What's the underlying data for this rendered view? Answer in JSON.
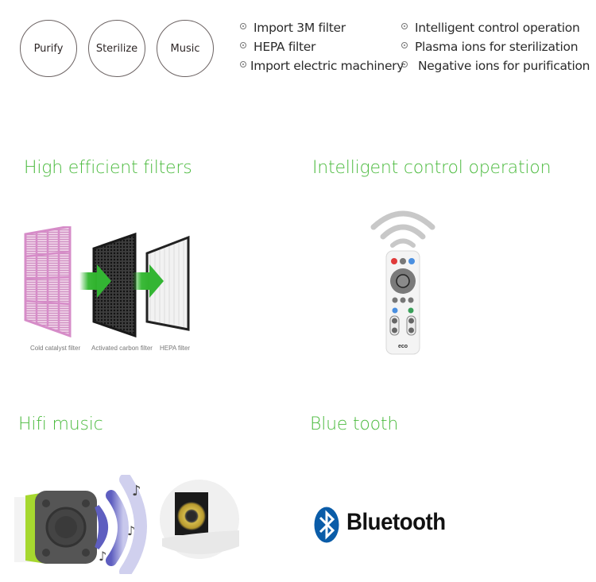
{
  "top_badges": [
    {
      "label": "Purify"
    },
    {
      "label": "Sterilize"
    },
    {
      "label": "Music"
    }
  ],
  "feature_list": {
    "left": [
      {
        "label": "Import 3M filter"
      },
      {
        "label": "HEPA filter"
      },
      {
        "label": "Import electric machinery"
      }
    ],
    "right": [
      {
        "label": "Intelligent control operation"
      },
      {
        "label": "Plasma ions for sterilization"
      },
      {
        "label": "Negative ions for purification"
      }
    ]
  },
  "sections": {
    "filters": {
      "title": "High efficient filters",
      "captions": [
        "Cold catalyst filter",
        "Activated carbon filter",
        "HEPA filter"
      ]
    },
    "control": {
      "title": "Intelligent control operation",
      "remote_brand": "eco"
    },
    "music": {
      "title": "Hifi music"
    },
    "bluetooth": {
      "title": "Blue tooth",
      "logo_text": "Bluetooth"
    }
  },
  "colors": {
    "heading_green": "#4cbb3f",
    "filter_pink": "#d68cc8",
    "arrow_green": "#3cba3a",
    "bluetooth_blue": "#0a5ca8",
    "speaker_green": "#a6d82f",
    "wave_purple": "#7f7fd0"
  }
}
